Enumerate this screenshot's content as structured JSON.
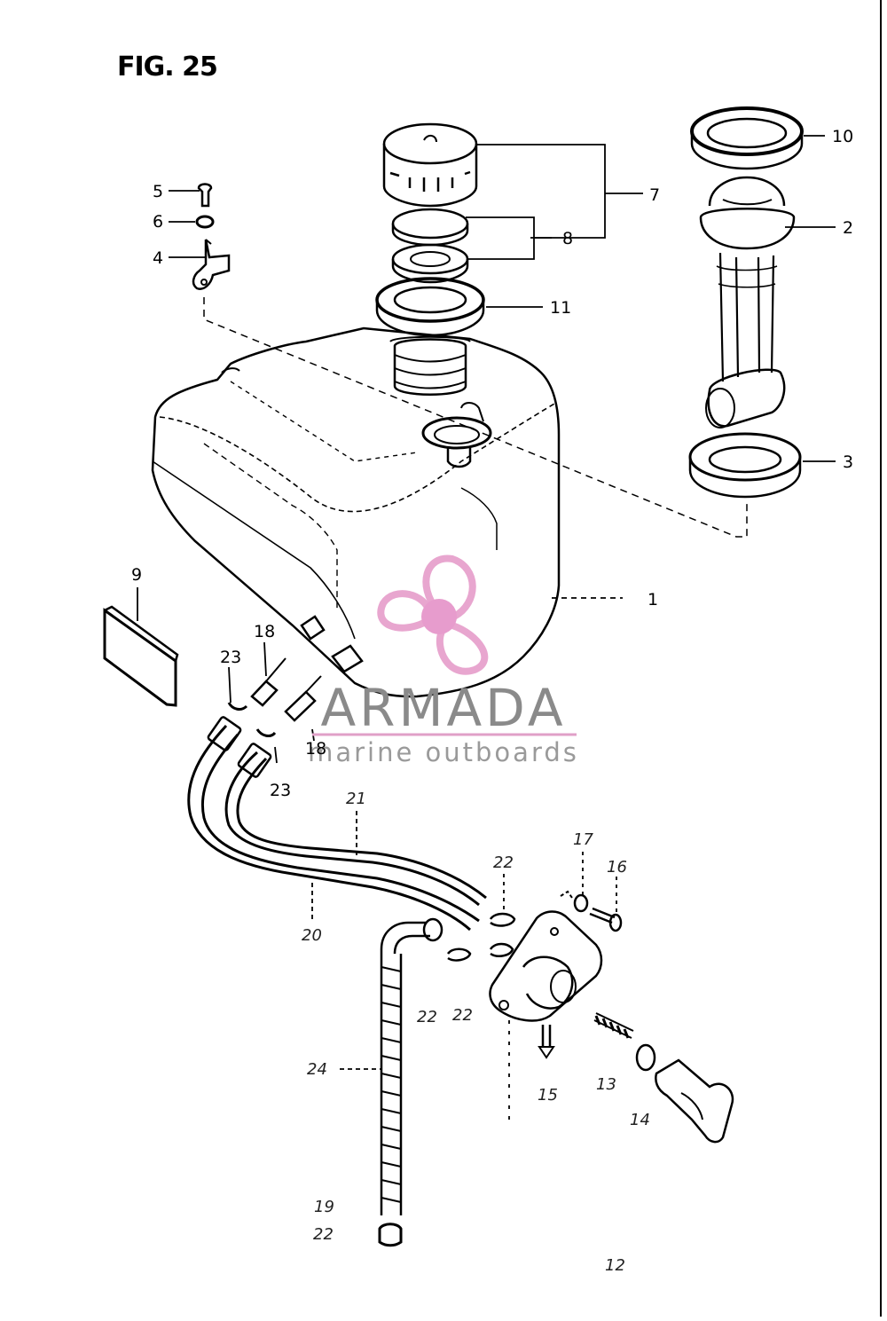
{
  "figure": {
    "title": "FIG. 25"
  },
  "callouts": [
    {
      "id": "1",
      "label": "1"
    },
    {
      "id": "2",
      "label": "2"
    },
    {
      "id": "3",
      "label": "3"
    },
    {
      "id": "4",
      "label": "4"
    },
    {
      "id": "5",
      "label": "5"
    },
    {
      "id": "6",
      "label": "6"
    },
    {
      "id": "7",
      "label": "7"
    },
    {
      "id": "8",
      "label": "8"
    },
    {
      "id": "9",
      "label": "9"
    },
    {
      "id": "10",
      "label": "10"
    },
    {
      "id": "11",
      "label": "11"
    },
    {
      "id": "12",
      "label": "12"
    },
    {
      "id": "13",
      "label": "13"
    },
    {
      "id": "14",
      "label": "14"
    },
    {
      "id": "15",
      "label": "15"
    },
    {
      "id": "16",
      "label": "16"
    },
    {
      "id": "17",
      "label": "17"
    },
    {
      "id": "18a",
      "label": "18"
    },
    {
      "id": "18b",
      "label": "18"
    },
    {
      "id": "19",
      "label": "19"
    },
    {
      "id": "20",
      "label": "20"
    },
    {
      "id": "21",
      "label": "21"
    },
    {
      "id": "22a",
      "label": "22"
    },
    {
      "id": "22b",
      "label": "22"
    },
    {
      "id": "22c",
      "label": "22"
    },
    {
      "id": "22d",
      "label": "22"
    },
    {
      "id": "23a",
      "label": "23"
    },
    {
      "id": "23b",
      "label": "23"
    },
    {
      "id": "24",
      "label": "24"
    }
  ],
  "watermark": {
    "name": "ARMADA",
    "tagline": "marine outboards",
    "colors": {
      "logo": "#e8a6cf",
      "logo_center": "#e79ccd",
      "text": "#8a8a8a",
      "rule": "#e0a0c8"
    }
  },
  "colors": {
    "ink": "#000000",
    "background": "#ffffff"
  }
}
